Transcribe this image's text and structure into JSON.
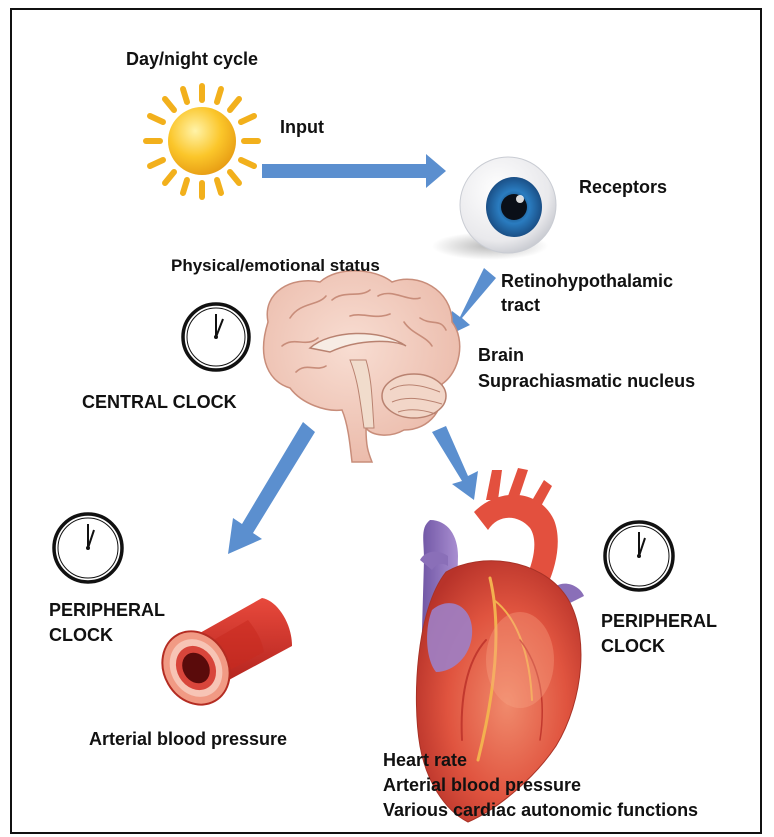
{
  "labels": {
    "day_night_cycle": "Day/night cycle",
    "input": "Input",
    "receptors": "Receptors",
    "physical_emotional_status": "Physical/emotional status",
    "retinohypothalamic_line1": "Retinohypothalamic",
    "retinohypothalamic_line2": "tract",
    "brain": "Brain",
    "suprachiasmatic_nucleus": "Suprachiasmatic nucleus",
    "central_clock": "CENTRAL CLOCK",
    "peripheral_clock_left_line1": "PERIPHERAL",
    "peripheral_clock_left_line2": "CLOCK",
    "peripheral_clock_right_line1": "PERIPHERAL",
    "peripheral_clock_right_line2": "CLOCK",
    "artery_caption": "Arterial blood pressure",
    "heart_caption_line1": "Heart rate",
    "heart_caption_line2": "Arterial blood pressure",
    "heart_caption_line3": "Various cardiac autonomic functions"
  },
  "colors": {
    "arrow": "#5b8fcf",
    "sun": "#f6b51a",
    "iris": "#2f7fc1",
    "brain": "#f1cfc3",
    "artery": "#d32a23",
    "heart": "#e0543f",
    "vein": "#8a6fb8"
  }
}
